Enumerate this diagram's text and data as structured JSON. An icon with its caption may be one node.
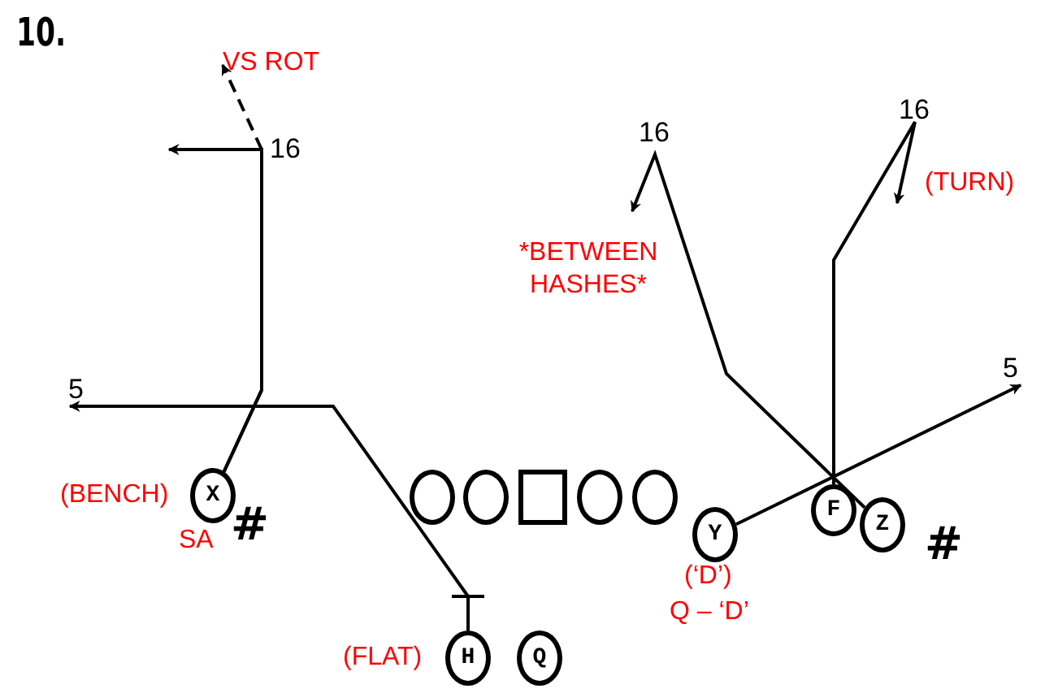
{
  "diagram": {
    "title": "10.",
    "nodes": [
      {
        "text": [
          "X"
        ],
        "beside": [
          "(BENCH)",
          "SA"
        ]
      },
      {
        "text": [],
        "shape": "circle"
      },
      {
        "text": [],
        "shape": "circle"
      },
      {
        "text": [],
        "shape": "box"
      },
      {
        "text": [],
        "shape": "circle"
      },
      {
        "text": [],
        "shape": "circle"
      },
      {
        "text": [
          "F"
        ]
      },
      {
        "text": [
          "Y"
        ],
        "beside": [
          "(‘D’)",
          "Q – ‘D’"
        ]
      },
      {
        "text": [
          "Z"
        ]
      },
      {
        "text": [
          "H"
        ],
        "beside": [
          "(FLAT)"
        ]
      },
      {
        "text": [
          "Q"
        ]
      },
      {
        "text": [
          "VS ROT"
        ]
      },
      {
        "text": [
          "5"
        ]
      },
      {
        "text": [
          "5"
        ]
      }
    ],
    "edges": [
      {
        "from": 0,
        "to": null,
        "arrow": "to"
      },
      {
        "from": 0,
        "to": 11,
        "arrow": "to",
        "style": "dashed"
      },
      {
        "from": 9,
        "to": 12,
        "arrow": "to"
      },
      {
        "from": 7,
        "to": 13,
        "arrow": "to"
      },
      {
        "from": 6,
        "to": null,
        "arrow": "to"
      },
      {
        "from": 8,
        "to": null,
        "arrow": "to"
      }
    ],
    "labels": [
      "16",
      "16",
      "16",
      "(TURN)",
      "*BETWEEN HASHES*",
      "#",
      "#"
    ]
  }
}
